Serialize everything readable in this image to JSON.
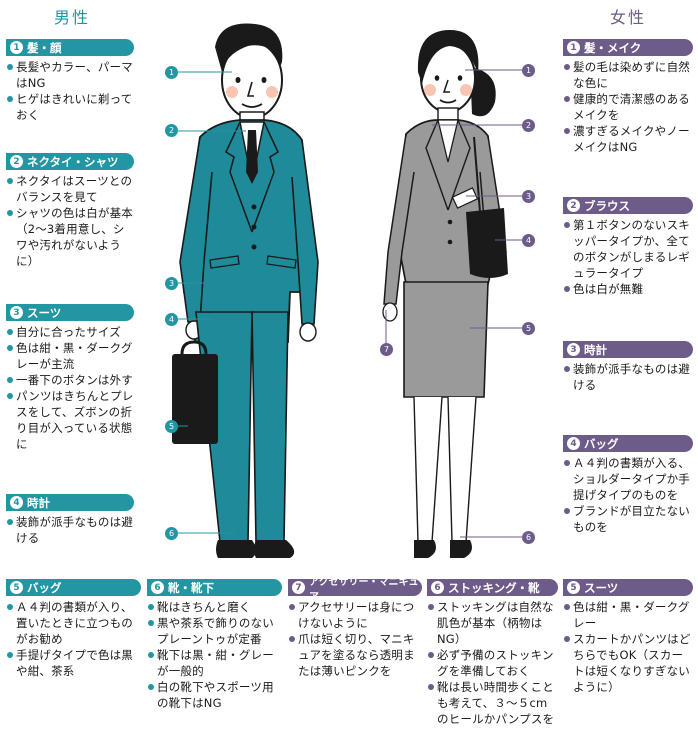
{
  "headings": {
    "male": "男性",
    "female": "女性"
  },
  "male_panels": [
    {
      "num": "1",
      "title": "髪・顔",
      "items": [
        "長髪やカラー、パーマはNG",
        "ヒゲはきれいに剃っておく"
      ]
    },
    {
      "num": "2",
      "title": "ネクタイ・シャツ",
      "items": [
        "ネクタイはスーツとのバランスを見て",
        "シャツの色は白が基本（2～3着用意し、シワや汚れがないように）"
      ]
    },
    {
      "num": "3",
      "title": "スーツ",
      "items": [
        "自分に合ったサイズ",
        "色は紺・黒・ダークグレーが主流",
        "一番下のボタンは外す",
        "パンツはきちんとプレスをして、ズボンの折り目が入っている状態に"
      ]
    },
    {
      "num": "4",
      "title": "時計",
      "items": [
        "装飾が派手なものは避ける"
      ]
    },
    {
      "num": "5",
      "title": "バッグ",
      "items": [
        "Ａ４判の書類が入り、置いたときに立つものがお勧め",
        "手提げタイプで色は黒や紺、茶系"
      ]
    },
    {
      "num": "6",
      "title": "靴・靴下",
      "items": [
        "靴はきちんと磨く",
        "黒や茶系で飾りのないプレーントゥが定番",
        "靴下は黒・紺・グレーが一般的",
        "白の靴下やスポーツ用の靴下はNG"
      ]
    }
  ],
  "female_panels": [
    {
      "num": "1",
      "title": "髪・メイク",
      "items": [
        "髪の毛は染めずに自然な色に",
        "健康的で清潔感のあるメイクを",
        "濃すぎるメイクやノーメイクはNG"
      ]
    },
    {
      "num": "2",
      "title": "ブラウス",
      "items": [
        "第１ボタンのないスキッパータイプか、全てのボタンがしまるレギュラータイプ",
        "色は白が無難"
      ]
    },
    {
      "num": "3",
      "title": "時計",
      "items": [
        "装飾が派手なものは避ける"
      ]
    },
    {
      "num": "4",
      "title": "バッグ",
      "items": [
        "Ａ４判の書類が入る、ショルダータイプか手提げタイプのものを",
        "ブランドが目立たないものを"
      ]
    },
    {
      "num": "7",
      "title": "アクセサリー・マニキュア",
      "items": [
        "アクセサリーは身につけないように",
        "爪は短く切り、マニキュアを塗るなら透明または薄いピンクを"
      ]
    },
    {
      "num": "6",
      "title": "ストッキング・靴",
      "items": [
        "ストッキングは自然な肌色が基本（柄物はNG）",
        "必ず予備のストッキングを準備しておく",
        "靴は長い時間歩くことも考えて、３～５cmのヒールかパンプスを"
      ]
    },
    {
      "num": "5",
      "title": "スーツ",
      "items": [
        "色は紺・黒・ダークグレー",
        "スカートかパンツはどちらでもOK（スカートは短くなりすぎないように）"
      ]
    }
  ],
  "callouts_male": [
    "1",
    "2",
    "3",
    "4",
    "5",
    "6"
  ],
  "callouts_female": [
    "1",
    "2",
    "3",
    "4",
    "5",
    "6",
    "7"
  ],
  "colors": {
    "teal": "#2396a3",
    "purple": "#6d5b8a",
    "suit_teal": "#1f8a99",
    "suit_gray": "#9a9a9a"
  }
}
